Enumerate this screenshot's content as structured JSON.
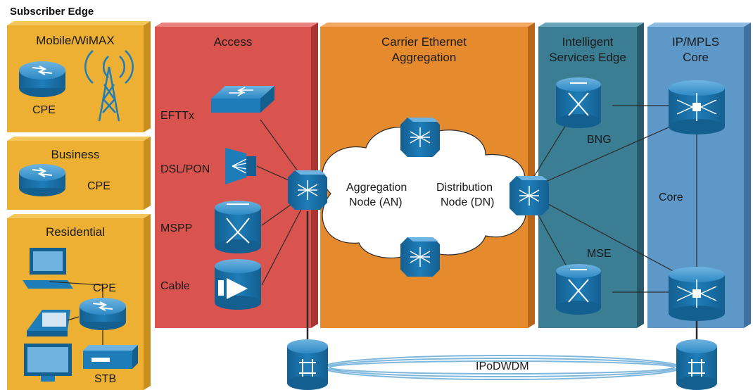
{
  "title": "Subscriber Edge",
  "colors": {
    "subscriber": "#EDB033",
    "access": "#D9544F",
    "aggregation": "#E68A2E",
    "ise": "#3B7D93",
    "core": "#5E98C9",
    "device": "#1E7DB8",
    "line": "#2b2b2b"
  },
  "subscriber": {
    "mobile": {
      "title": "Mobile/WiMAX",
      "cpe": "CPE"
    },
    "business": {
      "title": "Business",
      "cpe": "CPE"
    },
    "residential": {
      "title": "Residential",
      "cpe": "CPE",
      "stb": "STB"
    }
  },
  "access": {
    "title": "Access",
    "labels": [
      "EFTTx",
      "DSL/PON",
      "MSPP",
      "Cable"
    ]
  },
  "aggregation": {
    "title_line1": "Carrier Ethernet",
    "title_line2": "Aggregation",
    "an_line1": "Aggregation",
    "an_line2": "Node (AN)",
    "dn_line1": "Distribution",
    "dn_line2": "Node (DN)"
  },
  "ise": {
    "title_line1": "Intelligent",
    "title_line2": "Services Edge",
    "bng": "BNG",
    "mse": "MSE"
  },
  "core": {
    "title_line1": "IP/MPLS",
    "title_line2": "Core",
    "label": "Core"
  },
  "optical": {
    "label": "IPoDWDM"
  }
}
